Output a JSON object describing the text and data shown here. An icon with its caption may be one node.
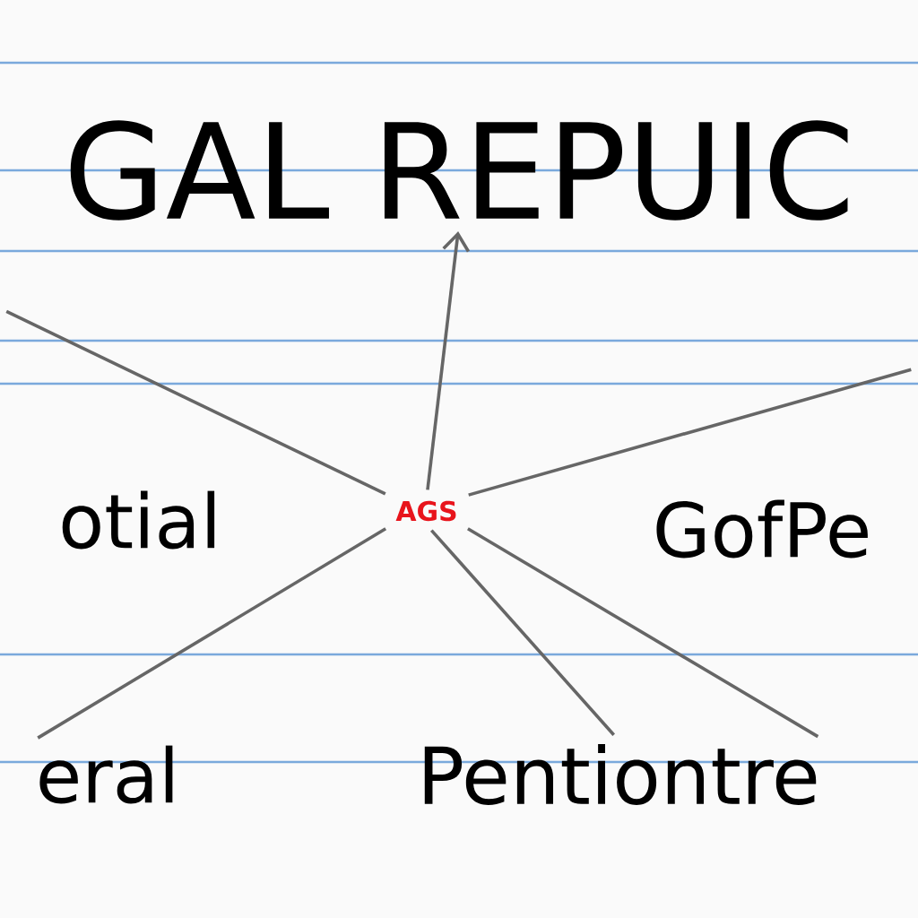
{
  "diagram": {
    "nodes": [
      {
        "text": [
          "GAL REPUIC"
        ]
      },
      {
        "text": [
          "otial"
        ]
      },
      {
        "text": [
          "AGS"
        ]
      },
      {
        "text": [
          "GofPe"
        ]
      },
      {
        "text": [
          "eral"
        ]
      },
      {
        "text": [
          "Pentiontre"
        ]
      }
    ],
    "edges": [
      {
        "from": 2,
        "to": 0,
        "arrow": "to"
      },
      {
        "from": 2,
        "to": null,
        "arrow": "none"
      },
      {
        "from": 2,
        "to": null,
        "arrow": "none"
      },
      {
        "from": 2,
        "to": 4,
        "arrow": "none"
      },
      {
        "from": 2,
        "to": 5,
        "arrow": "none"
      },
      {
        "from": 2,
        "to": 5,
        "arrow": "none"
      }
    ]
  }
}
